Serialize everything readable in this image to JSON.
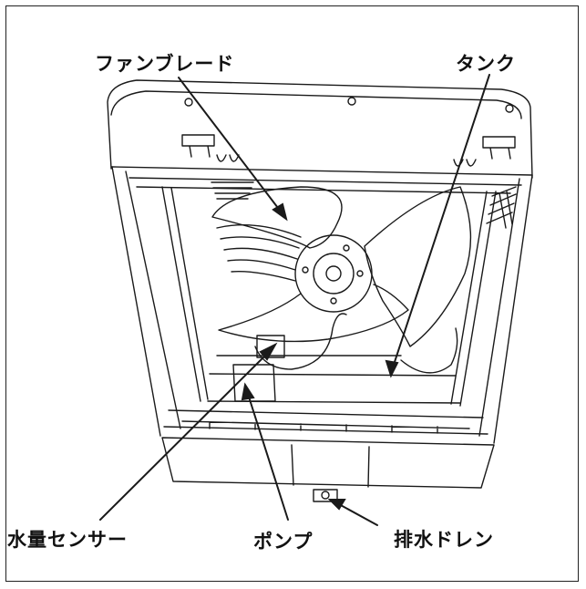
{
  "labels": {
    "fan_blade": "ファンブレード",
    "tank": "タンク",
    "water_level_sensor": "水量センサー",
    "pump": "ポンプ",
    "drain": "排水ドレン"
  },
  "colors": {
    "line": "#1a1a1a",
    "background": "#ffffff"
  }
}
